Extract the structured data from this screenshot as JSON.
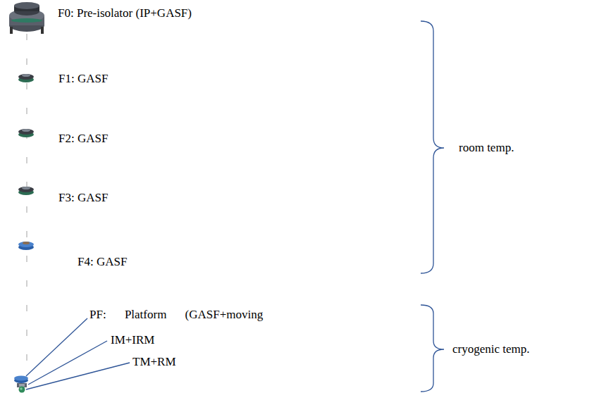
{
  "diagram": {
    "labels": [
      "F0: Pre-isolator (IP+GASF)",
      "F1: GASF",
      "F2: GASF",
      "F3: GASF",
      "F4: GASF",
      "PF: Platform (GASF+moving",
      "IM+IRM",
      "TM+RM",
      "room temp.",
      "cryogenic temp."
    ]
  }
}
